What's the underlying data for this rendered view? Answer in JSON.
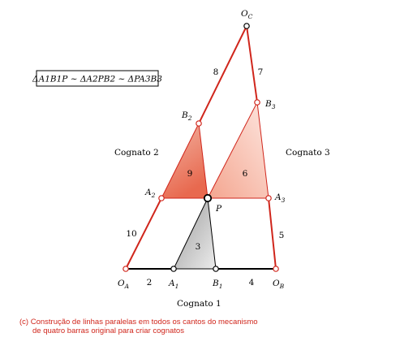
{
  "equation": "ΔA1B1P ~ ΔA2PB2 ~ ΔPA3B3",
  "points": {
    "OC": {
      "label": "O",
      "sub": "C"
    },
    "B3": {
      "label": "B",
      "sub": "3"
    },
    "B2": {
      "label": "B",
      "sub": "2"
    },
    "A2": {
      "label": "A",
      "sub": "2"
    },
    "P": {
      "label": "P",
      "sub": ""
    },
    "A3": {
      "label": "A",
      "sub": "3"
    },
    "OA": {
      "label": "O",
      "sub": "A"
    },
    "A1": {
      "label": "A",
      "sub": "1"
    },
    "B1": {
      "label": "B",
      "sub": "1"
    },
    "OB": {
      "label": "O",
      "sub": "B"
    }
  },
  "link_numbers": {
    "n8": "8",
    "n7": "7",
    "n9": "9",
    "n6": "6",
    "n3": "3",
    "n10": "10",
    "n5": "5",
    "n2": "2",
    "n4": "4"
  },
  "cognates": {
    "c1": "Cognato 1",
    "c2": "Cognato 2",
    "c3": "Cognato 3"
  },
  "caption": {
    "line1": "(c)  Construção de linhas paralelas em todos os cantos do mecanismo",
    "line2": "de quatro barras original para criar cognatos"
  },
  "colors": {
    "red": "#d0261c",
    "black": "#000000",
    "grey_fill": "#c8c8c8"
  }
}
